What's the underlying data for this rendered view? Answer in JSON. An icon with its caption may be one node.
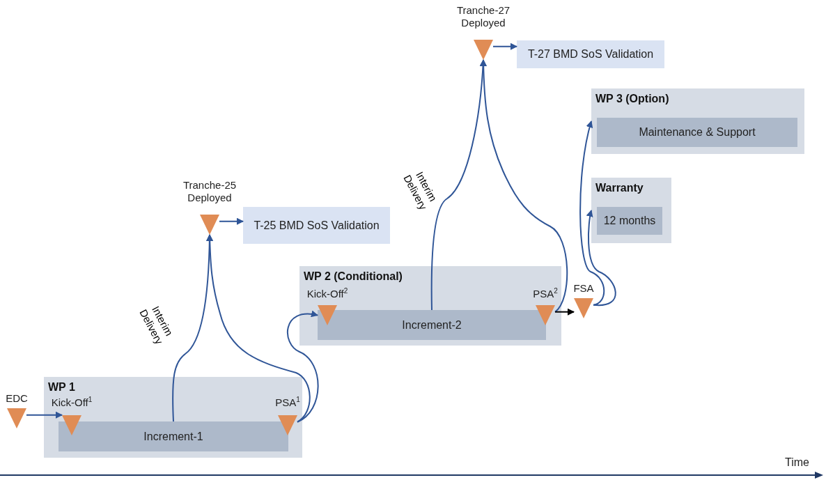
{
  "diagram": {
    "nodes": [
      {
        "text": [
          "Tranche-27 Deployed"
        ]
      },
      {
        "text": [
          "T-27 BMD SoS Validation"
        ]
      },
      {
        "text": [
          "WP 3 (Option)"
        ]
      },
      {
        "text": [
          "Maintenance & Support"
        ],
        "in": 2
      },
      {
        "text": [
          "Warranty"
        ]
      },
      {
        "text": [
          "12 months"
        ],
        "in": 4
      },
      {
        "text": [
          "Tranche-25 Deployed"
        ]
      },
      {
        "text": [
          "T-25 BMD SoS Validation"
        ]
      },
      {
        "text": [
          "WP 2 (Conditional)"
        ]
      },
      {
        "text": [
          "Kick-Off$^{2}$"
        ],
        "in": 8
      },
      {
        "text": [
          "PSA$^{2}$"
        ],
        "in": 8
      },
      {
        "text": [
          "Increment-2"
        ],
        "in": 8
      },
      {
        "text": [
          "FSA"
        ]
      },
      {
        "text": [
          "WP 1"
        ]
      },
      {
        "text": [
          "EDC"
        ]
      },
      {
        "text": [
          "Kick-Off$^{1}$"
        ],
        "in": 13
      },
      {
        "text": [
          "PSA$^{1}$"
        ],
        "in": 13
      },
      {
        "text": [
          "Increment-1"
        ],
        "in": 13
      }
    ],
    "edges": [
      {
        "from": 14,
        "to": 15,
        "arrow": "to"
      },
      {
        "from": 17,
        "to": 6,
        "arrow": "to",
        "label": "Interim Delivery"
      },
      {
        "from": 16,
        "to": 6,
        "arrow": "to"
      },
      {
        "from": 16,
        "to": 9,
        "arrow": "to"
      },
      {
        "from": 6,
        "to": 7,
        "arrow": "to"
      },
      {
        "from": 11,
        "to": 0,
        "arrow": "to",
        "label": "Interim Delivery"
      },
      {
        "from": 10,
        "to": 0,
        "arrow": "to"
      },
      {
        "from": 0,
        "to": 1,
        "arrow": "to"
      },
      {
        "from": 10,
        "to": 12,
        "arrow": "to",
        "color": "#000000"
      },
      {
        "from": 12,
        "to": 2,
        "arrow": "to"
      },
      {
        "from": 12,
        "to": 4,
        "arrow": "to"
      }
    ],
    "labels": [
      "Time"
    ]
  }
}
